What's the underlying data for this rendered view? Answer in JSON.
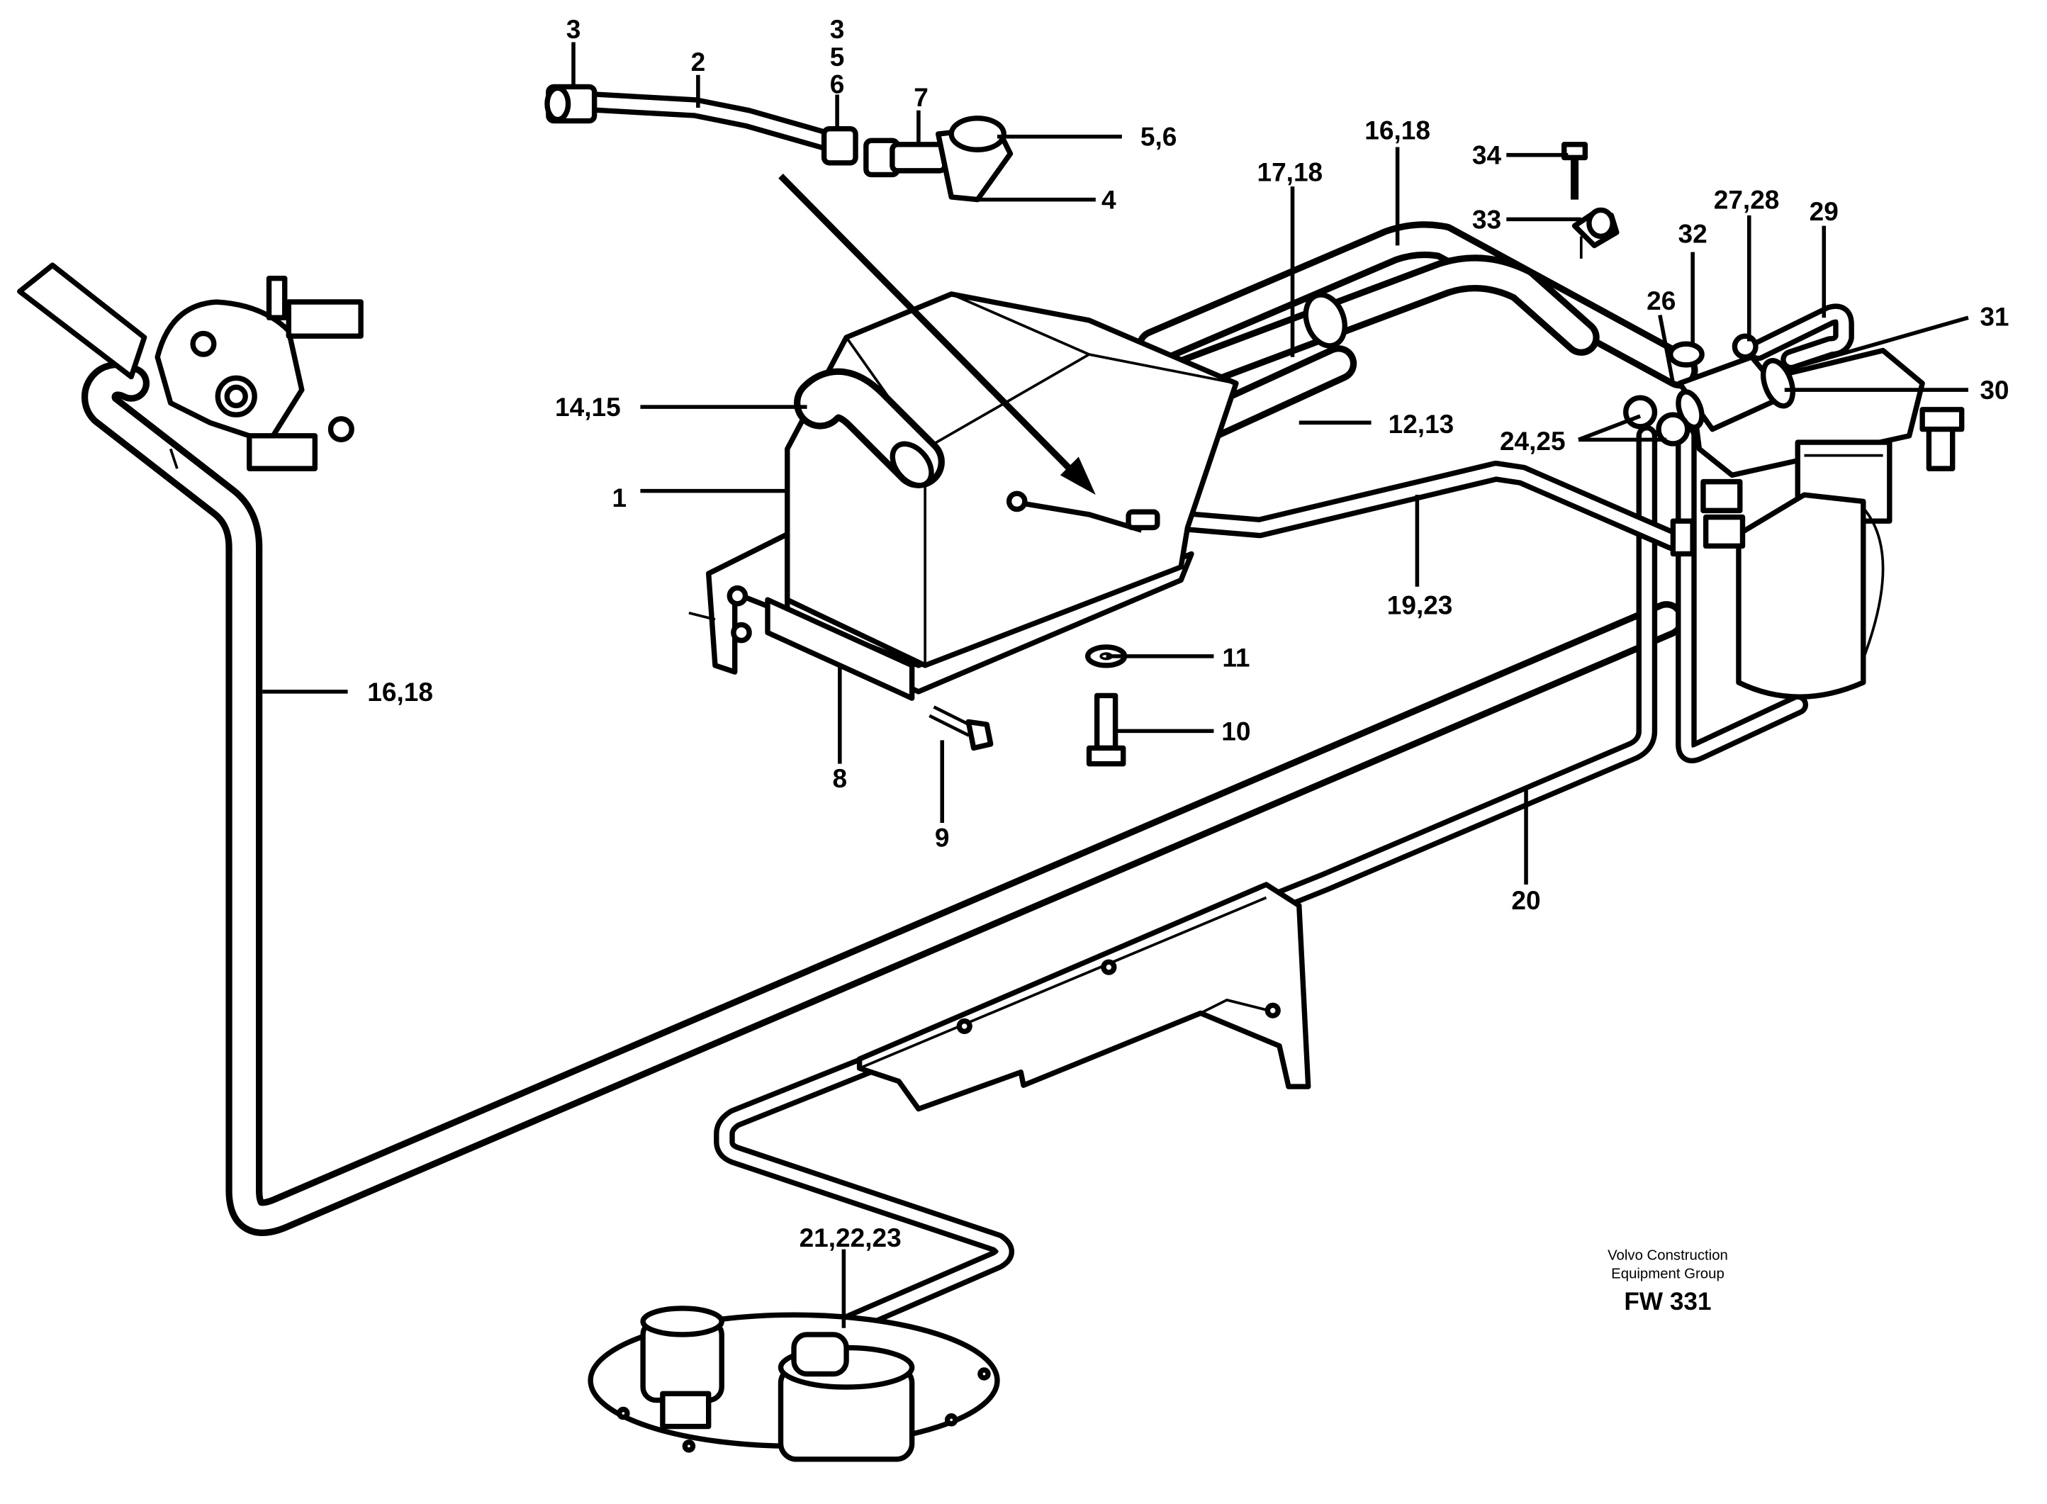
{
  "labels": {
    "l1": "1",
    "l2": "2",
    "l3a": "3",
    "l3b": "3",
    "l4": "4",
    "l5": "5",
    "l56": "5,6",
    "l6": "6",
    "l7": "7",
    "l8": "8",
    "l9": "9",
    "l10": "10",
    "l11": "11",
    "l1213": "12,13",
    "l1415": "14,15",
    "l1618a": "16,18",
    "l1618b": "16,18",
    "l1718": "17,18",
    "l1923": "19,23",
    "l20": "20",
    "l212223": "21,22,23",
    "l2425": "24,25",
    "l26": "26",
    "l2728": "27,28",
    "l29": "29",
    "l30": "30",
    "l31": "31",
    "l32": "32",
    "l33": "33",
    "l34": "34"
  },
  "footer": {
    "company_line1": "Volvo Construction",
    "company_line2": "Equipment Group",
    "code": "FW 331"
  }
}
